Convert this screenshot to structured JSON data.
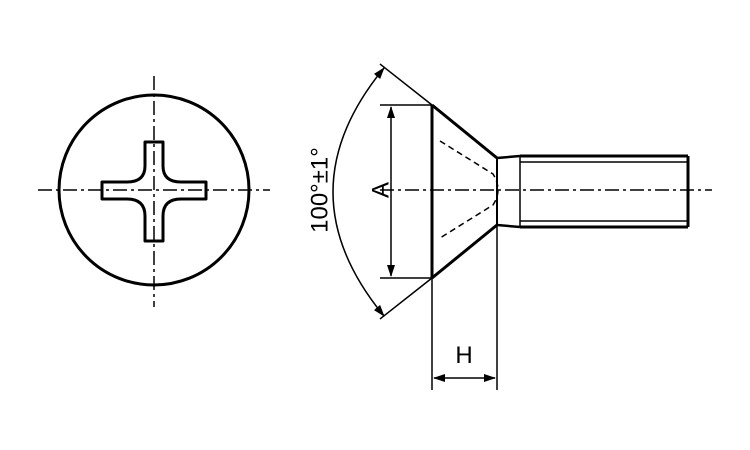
{
  "drawing": {
    "labels": {
      "angle": "100°±1°",
      "diameter": "A",
      "height": "H"
    }
  },
  "colors": {
    "line": "#000000",
    "background": "#ffffff"
  }
}
